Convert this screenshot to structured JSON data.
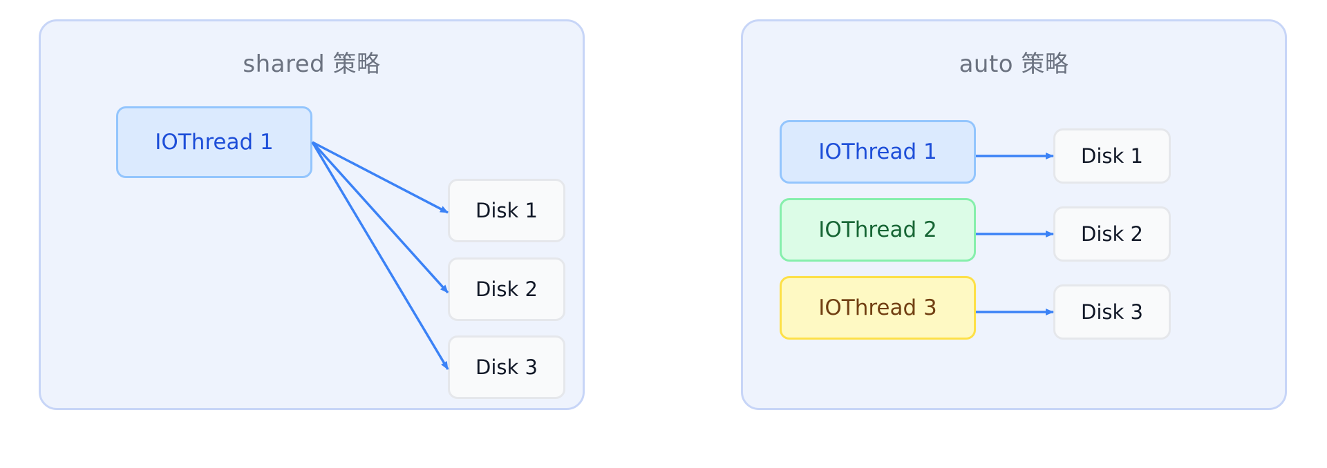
{
  "colors": {
    "panel_bg": "#eef3fd",
    "panel_border": "#c7d5f7",
    "arrow": "#3b82f6",
    "thread_blue": "#dbeafe",
    "thread_green": "#dcfce7",
    "thread_yellow": "#fef9c3"
  },
  "shared": {
    "title": "shared 策略",
    "thread": "IOThread 1",
    "disks": [
      "Disk 1",
      "Disk 2",
      "Disk 3"
    ]
  },
  "auto": {
    "title": "auto 策略",
    "threads": [
      "IOThread 1",
      "IOThread 2",
      "IOThread 3"
    ],
    "disks": [
      "Disk 1",
      "Disk 2",
      "Disk 3"
    ]
  }
}
